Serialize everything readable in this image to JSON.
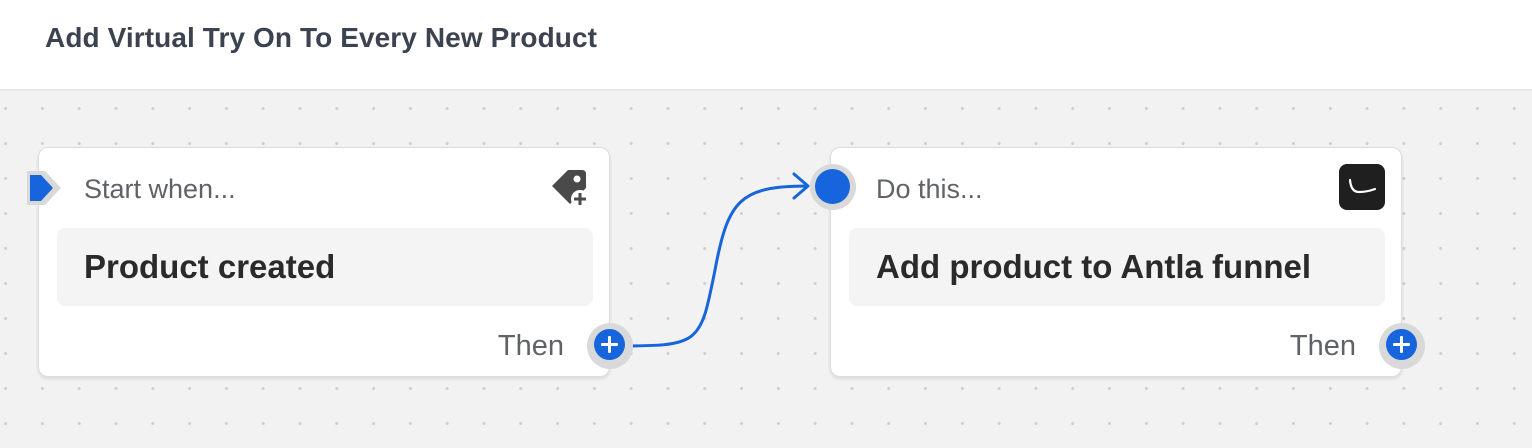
{
  "workflow": {
    "title": "Add Virtual Try On To Every New Product"
  },
  "trigger_step": {
    "label": "Start when...",
    "event": "Product created",
    "then_label": "Then",
    "icon": "tag-plus-icon"
  },
  "action_step": {
    "label": "Do this...",
    "action": "Add product to Antla funnel",
    "then_label": "Then",
    "icon": "antla-app-icon"
  },
  "colors": {
    "accent": "#1665dd",
    "canvas": "#f2f2f2",
    "card": "#ffffff",
    "title_text": "#3b4350"
  }
}
